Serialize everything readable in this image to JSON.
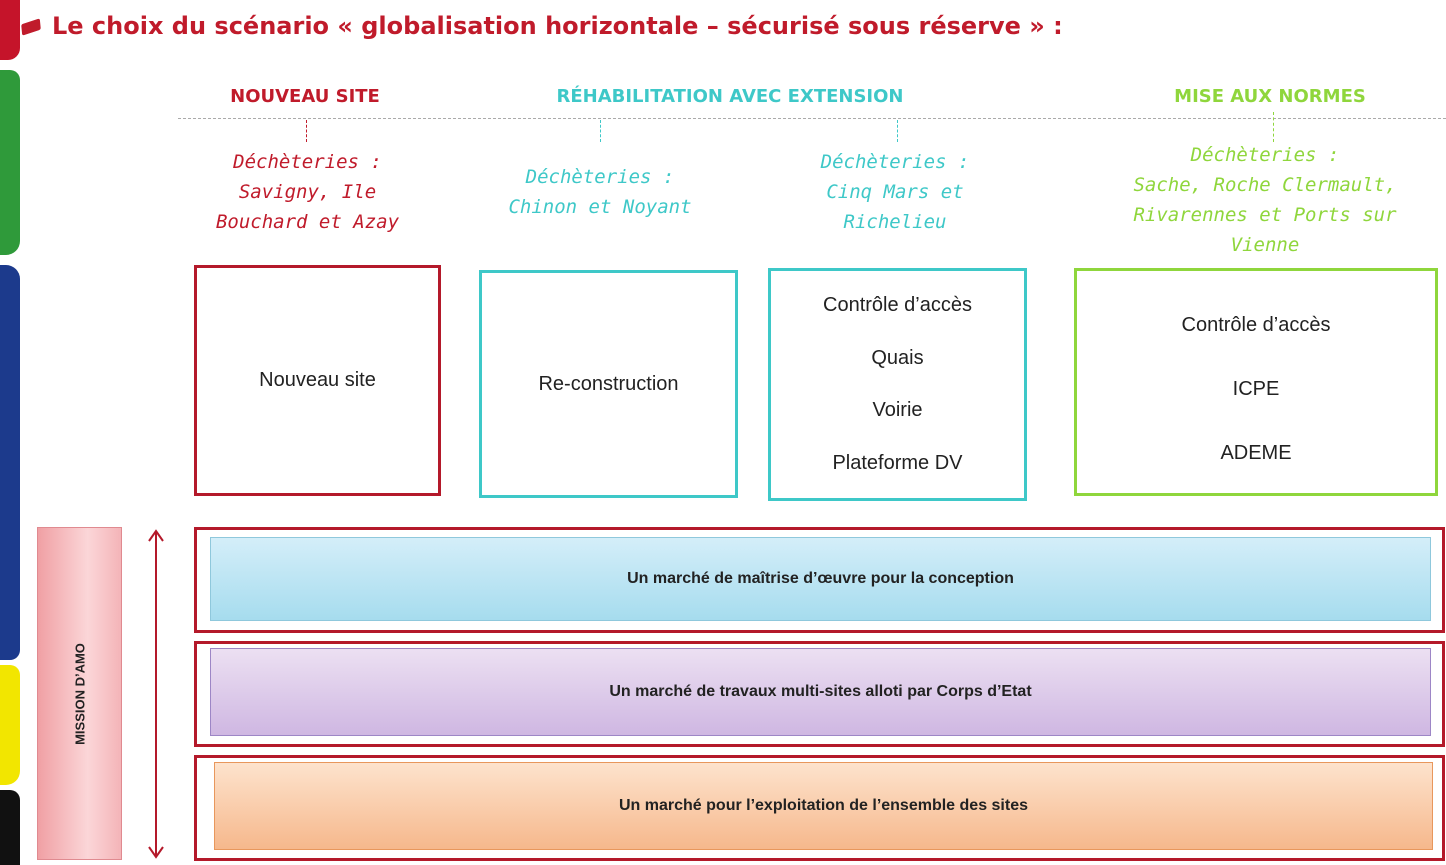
{
  "title": "Le choix du scénario « globalisation horizontale – sécurisé sous réserve » :",
  "colors": {
    "red": "#c01b2b",
    "teal": "#3ec8c8",
    "green": "#8fd63c"
  },
  "categories": [
    {
      "heading": "NOUVEAU SITE"
    },
    {
      "heading": "RÉHABILITATION AVEC EXTENSION"
    },
    {
      "heading": "MISE AUX NORMES"
    }
  ],
  "columns": [
    {
      "sites": "Déchèteries :\nSavigny, Ile\nBouchard et Azay",
      "items": [
        "Nouveau site"
      ]
    },
    {
      "sites": "Déchèteries :\nChinon et Noyant",
      "items": [
        "Re-construction"
      ]
    },
    {
      "sites": "Déchèteries :\nCinq Mars et\nRichelieu",
      "items": [
        "Contrôle d’accès",
        "Quais",
        "Voirie",
        "Plateforme DV"
      ]
    },
    {
      "sites": "Déchèteries :\nSache, Roche Clermault,\nRivarennes et Ports sur\nVienne",
      "items": [
        "Contrôle d’accès",
        "ICPE",
        "ADEME"
      ]
    }
  ],
  "markets": [
    {
      "label": "Un marché de maîtrise d’œuvre pour la conception"
    },
    {
      "label": "Un marché de travaux multi-sites alloti par Corps d’Etat"
    },
    {
      "label": "Un marché pour l’exploitation de l’ensemble des sites"
    }
  ],
  "side_label": "MISSION D’AMO"
}
